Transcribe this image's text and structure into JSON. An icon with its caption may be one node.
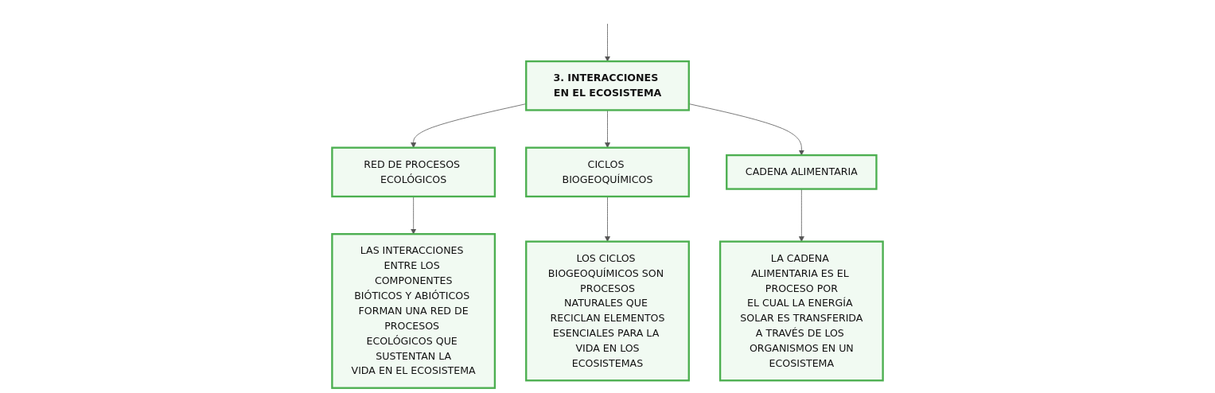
{
  "diagram": {
    "nodes": [
      {
        "text": [
          "3. INTERACCIONES EN EL ECOSISTEMA"
        ]
      },
      {
        "text": [
          "RED DE PROCESOS ECOLÓGICOS"
        ]
      },
      {
        "text": [
          "CICLOS BIOGEOQUÍMICOS"
        ]
      },
      {
        "text": [
          "CADENA ALIMENTARIA"
        ]
      },
      {
        "text": [
          "LAS INTERACCIONES ENTRE LOS COMPONENTES BIÓTICOS Y ABIÓTICOS FORMAN UNA RED DE PROCESOS ECOLÓGICOS QUE SUSTENTAN LA VIDA EN EL ECOSISTEMA"
        ]
      },
      {
        "text": [
          "LOS CICLOS BIOGEOQUÍMICOS SON PROCESOS NATURALES QUE RECICLAN ELEMENTOS ESENCIALES PARA LA VIDA EN LOS ECOSISTEMAS"
        ]
      },
      {
        "text": [
          "LA CADENA ALIMENTARIA ES EL PROCESO POR EL CUAL LA ENERGÍA SOLAR ES TRANSFERIDA A TRAVÉS DE LOS ORGANISMOS EN UN ECOSISTEMA"
        ]
      }
    ],
    "edges": [
      {
        "from": null,
        "to": 0,
        "arrow": "to"
      },
      {
        "from": 0,
        "to": 1,
        "arrow": "to"
      },
      {
        "from": 0,
        "to": 2,
        "arrow": "to"
      },
      {
        "from": 0,
        "to": 3,
        "arrow": "to"
      },
      {
        "from": 1,
        "to": 4,
        "arrow": "to"
      },
      {
        "from": 2,
        "to": 5,
        "arrow": "to"
      },
      {
        "from": 3,
        "to": 6,
        "arrow": "to"
      }
    ]
  }
}
